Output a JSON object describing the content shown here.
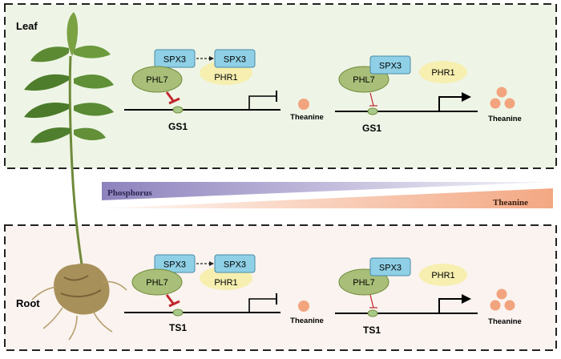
{
  "panels": {
    "leaf": {
      "label": "Leaf",
      "gene": "GS1"
    },
    "root": {
      "label": "Root",
      "gene": "TS1"
    }
  },
  "proteins": {
    "spx": "SPX3",
    "phr": "PHR1",
    "phl": "PHL7"
  },
  "product": "Theanine",
  "gradients": {
    "phosphorus": "Phosphorus",
    "theanine": "Theanine"
  },
  "colors": {
    "leaf_bg": "#eef5e6",
    "root_bg": "#faf3ef",
    "spx": "#8fd0e6",
    "phr": "#f6efb0",
    "phl": "#a9bf79",
    "theanine": "#f2a47e",
    "repress": "#c2262e",
    "phosphorus_gradient": "#8e82bd",
    "theanine_gradient": "#f3a883"
  }
}
